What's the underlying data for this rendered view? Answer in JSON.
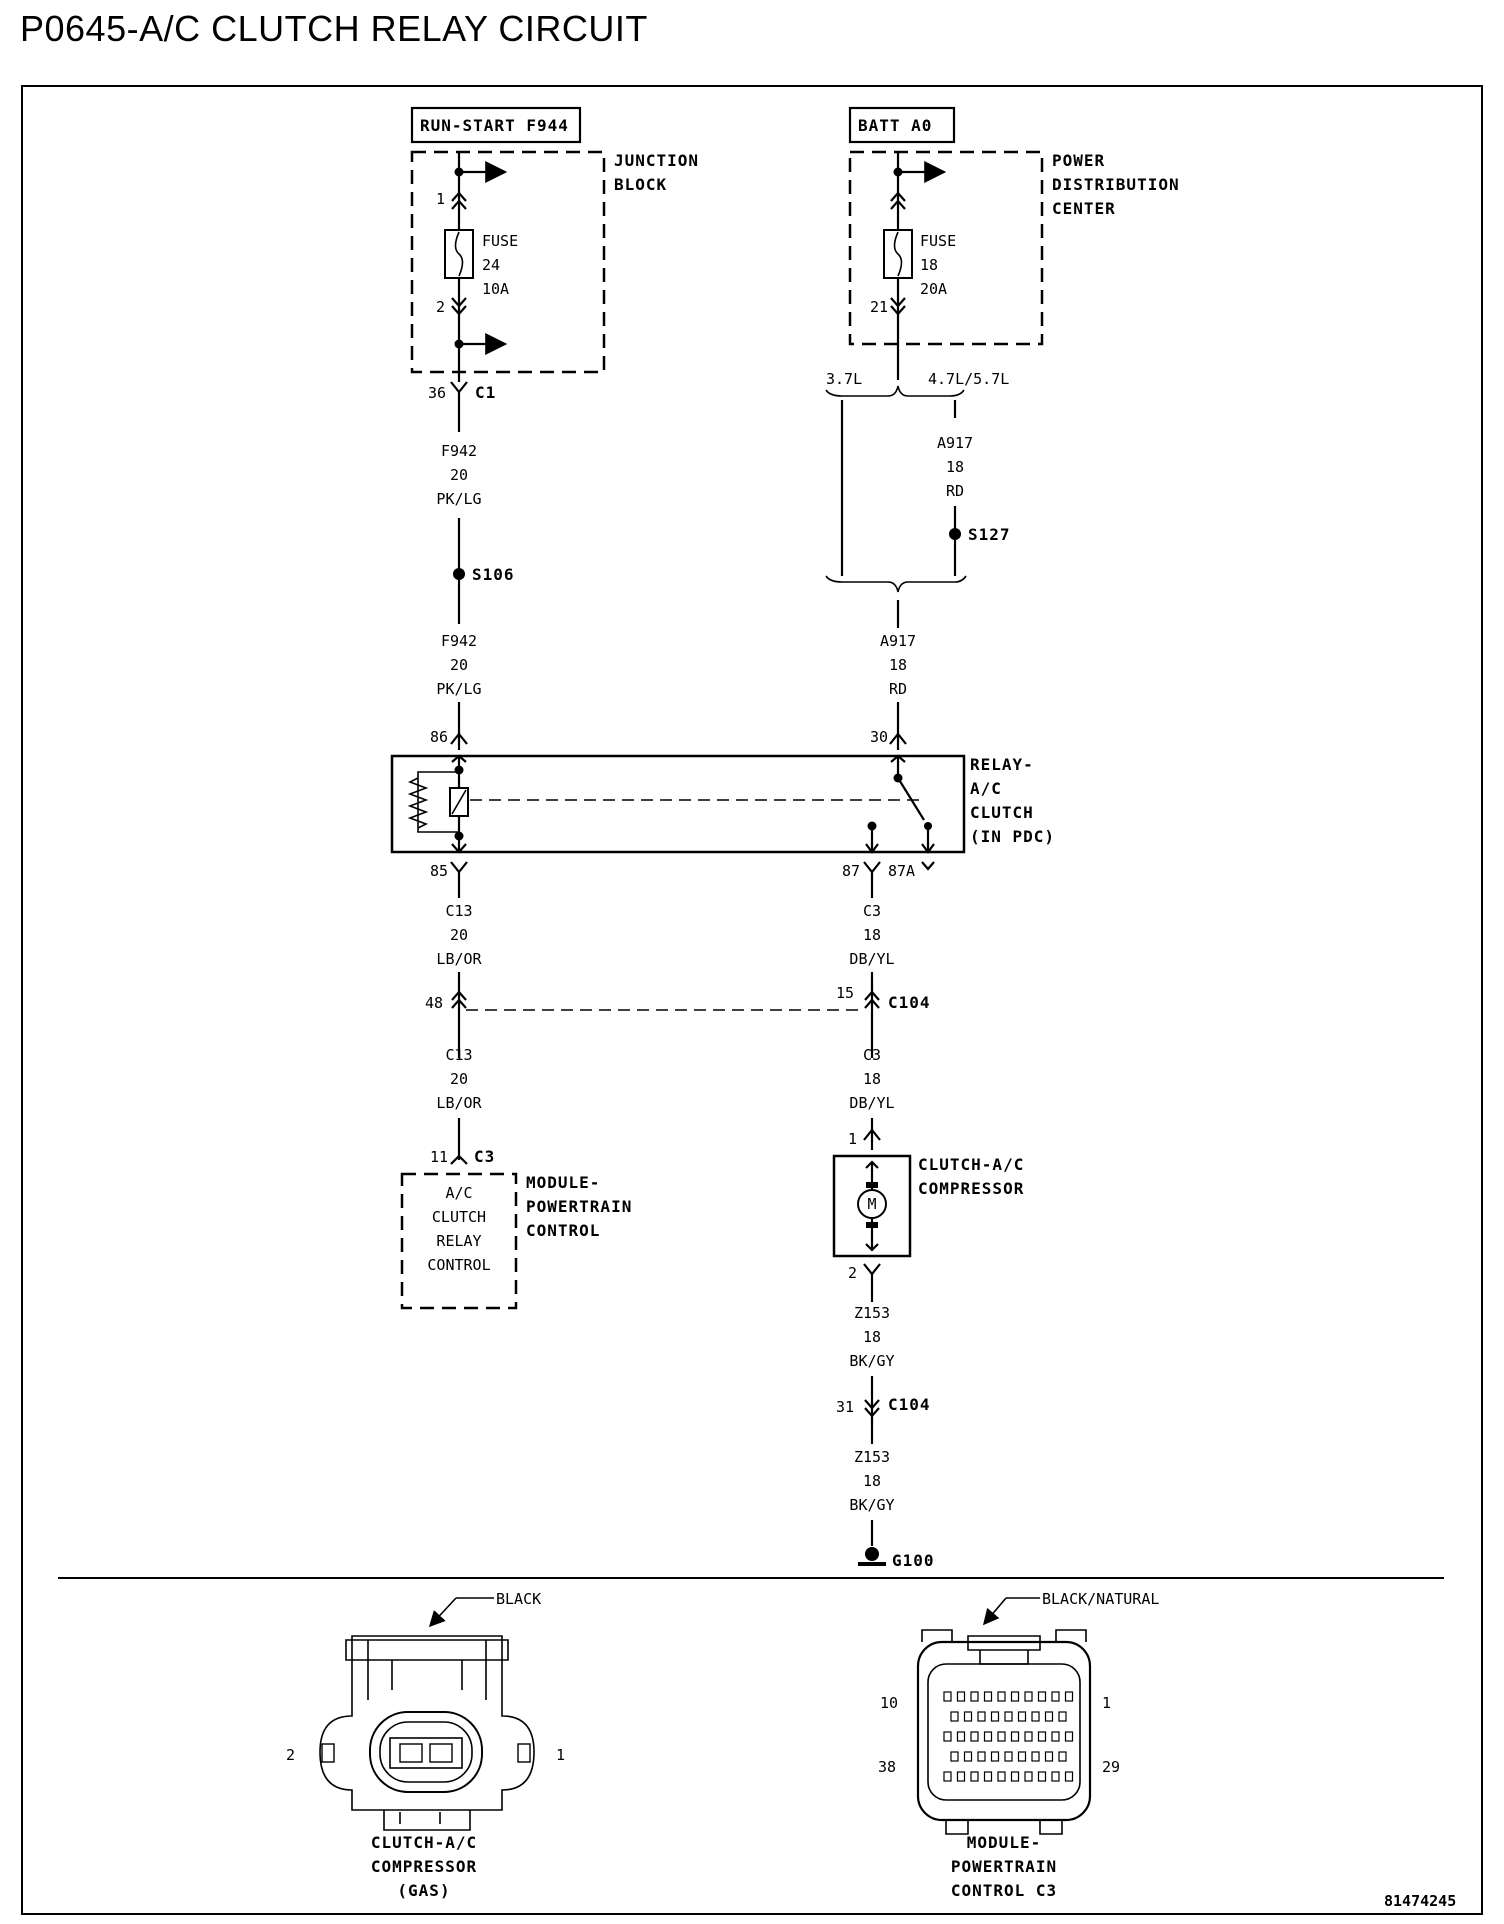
{
  "title": "P0645-A/C CLUTCH RELAY CIRCUIT",
  "sources": {
    "left": {
      "name": "RUN-START F944",
      "block": [
        "JUNCTION",
        "BLOCK"
      ],
      "fuse": [
        "FUSE",
        "24",
        "10A"
      ],
      "pin_in": "1",
      "pin_out": "2"
    },
    "right": {
      "name": "BATT A0",
      "block": [
        "POWER",
        "DISTRIBUTION",
        "CENTER"
      ],
      "fuse": [
        "FUSE",
        "18",
        "20A"
      ],
      "pin_out": "21"
    }
  },
  "connectors": {
    "c1": {
      "pin": "36",
      "name": "C1"
    },
    "s106": "S106",
    "s127": "S127",
    "c104_top": {
      "left_pin": "48",
      "right_pin": "15",
      "name": "C104"
    },
    "c104_bottom": {
      "pin": "31",
      "name": "C104"
    },
    "c3": {
      "pin": "11",
      "name": "C3"
    },
    "g100": "G100",
    "branch_left": "3.7L",
    "branch_right": "4.7L/5.7L"
  },
  "wires": {
    "f942_a": [
      "F942",
      "20",
      "PK/LG"
    ],
    "f942_b": [
      "F942",
      "20",
      "PK/LG"
    ],
    "a917_a": [
      "A917",
      "18",
      "RD"
    ],
    "a917_b": [
      "A917",
      "18",
      "RD"
    ],
    "c13_a": [
      "C13",
      "20",
      "LB/OR"
    ],
    "c13_b": [
      "C13",
      "20",
      "LB/OR"
    ],
    "c3_a": [
      "C3",
      "18",
      "DB/YL"
    ],
    "c3_b": [
      "C3",
      "18",
      "DB/YL"
    ],
    "z153_a": [
      "Z153",
      "18",
      "BK/GY"
    ],
    "z153_b": [
      "Z153",
      "18",
      "BK/GY"
    ]
  },
  "relay": {
    "label": [
      "RELAY-",
      "A/C",
      "CLUTCH",
      "(IN PDC)"
    ],
    "pins": {
      "p86": "86",
      "p30": "30",
      "p85": "85",
      "p87": "87",
      "p87a": "87A"
    }
  },
  "pcm": {
    "label": [
      "MODULE-",
      "POWERTRAIN",
      "CONTROL"
    ],
    "inner": [
      "A/C",
      "CLUTCH",
      "RELAY",
      "CONTROL"
    ]
  },
  "compressor": {
    "label": [
      "CLUTCH-A/C",
      "COMPRESSOR"
    ],
    "pin1": "1",
    "pin2": "2",
    "motor": "M"
  },
  "bottom": {
    "left_connector": {
      "color": "BLACK",
      "pin_left": "2",
      "pin_right": "1",
      "label": [
        "CLUTCH-A/C",
        "COMPRESSOR",
        "(GAS)"
      ]
    },
    "right_connector": {
      "color": "BLACK/NATURAL",
      "pins": [
        "10",
        "1",
        "38",
        "29"
      ],
      "label": [
        "MODULE-",
        "POWERTRAIN",
        "CONTROL C3"
      ]
    },
    "code": "81474245"
  }
}
